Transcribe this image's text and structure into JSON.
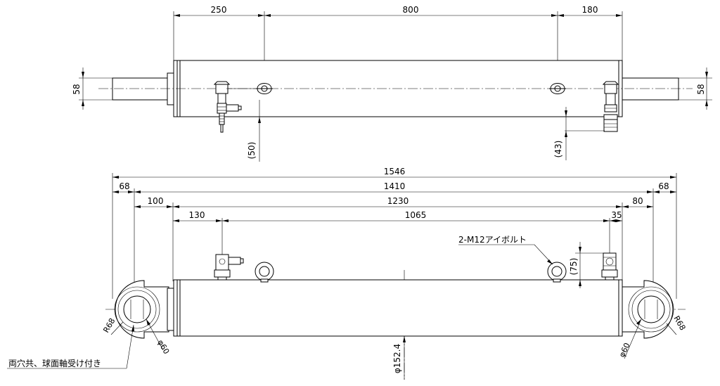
{
  "top_view": {
    "dims": {
      "d250": "250",
      "d800": "800",
      "d180": "180",
      "d58_left": "58",
      "d58_right": "58",
      "d50": "(50)",
      "d43": "(43)"
    }
  },
  "front_view": {
    "dims": {
      "d1546": "1546",
      "d1410": "1410",
      "d68_left": "68",
      "d68_right": "68",
      "d100": "100",
      "d1230": "1230",
      "d80": "80",
      "d130": "130",
      "d1065": "1065",
      "d35": "35",
      "d75": "(75)",
      "r68_left": "R68",
      "r68_right": "R68",
      "phi60_left": "φ60",
      "phi60_right": "φ60",
      "phi152": "φ152.4"
    },
    "notes": {
      "eyebolt": "2-M12アイボルト",
      "bearing": "両穴共、球面軸受け付き"
    }
  }
}
